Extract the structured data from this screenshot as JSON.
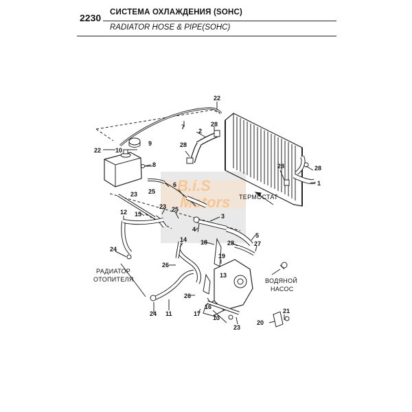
{
  "header": {
    "section_number": "2230",
    "title_ru": "СИСТЕМА ОХЛАЖДЕНИЯ (SOHC)",
    "title_en": "RADIATOR HOSE & PIPE(SOHC)"
  },
  "labels": {
    "thermostat": "ТЕРМОСТАТ",
    "heater_radiator_line1": "РАДИАТОР",
    "heater_radiator_line2": "ОТОПИТЕЛЯ",
    "water_pump_line1": "ВОДЯНОЙ",
    "water_pump_line2": "НАСОС"
  },
  "watermark": {
    "line1": "B.i.S",
    "line2": "Motors",
    "color": "#f4c79a"
  },
  "callouts": [
    "22",
    "7",
    "2",
    "28",
    "9",
    "22",
    "10",
    "8",
    "28",
    "28",
    "28",
    "1",
    "25",
    "6",
    "25",
    "23",
    "23",
    "15",
    "12",
    "3",
    "4",
    "5",
    "18",
    "28",
    "27",
    "24",
    "14",
    "26",
    "19",
    "13",
    "26",
    "16",
    "17",
    "13",
    "11",
    "24",
    "23",
    "21",
    "20"
  ]
}
